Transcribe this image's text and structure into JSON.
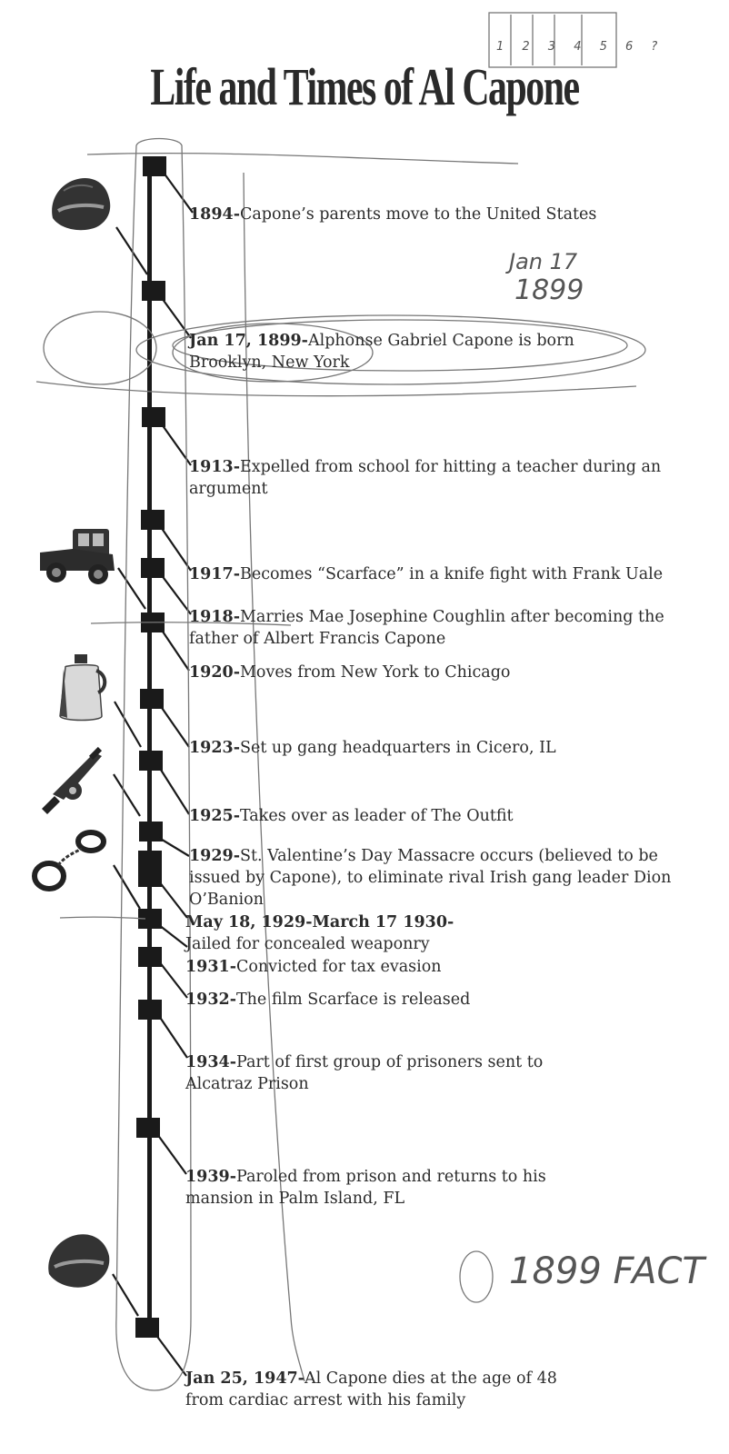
{
  "title": "Life and Times of Al Capone",
  "events": [
    {
      "date": "1894-",
      "text": "Capone’s parents move to the United States"
    },
    {
      "date": "Jan 17, 1899-",
      "text": "Alphonse Gabriel Capone is born Brooklyn, New York"
    },
    {
      "date": "1913-",
      "text": "Expelled from school for hitting a teacher during an argument"
    },
    {
      "date": "1917-",
      "text": "Becomes “Scarface” in a knife fight with Frank Uale"
    },
    {
      "date": "1918-",
      "text": "Marries Mae Josephine Coughlin after becoming the father of Albert Francis Capone"
    },
    {
      "date": "1920-",
      "text": "Moves from New York to Chicago"
    },
    {
      "date": "1923-",
      "text": "Set up gang headquarters in Cicero, IL"
    },
    {
      "date": "1925-",
      "text": "Takes over as leader of The Outfit"
    },
    {
      "date": "1929-",
      "text": "St. Valentine’s Day Massacre occurs (believed to be issued by Capone), to eliminate rival Irish gang leader Dion O’Banion"
    },
    {
      "date": "May 18, 1929-March 17 1930-",
      "text": "Jailed for concealed weaponry"
    },
    {
      "date": "1931-",
      "text": "Convicted for tax evasion"
    },
    {
      "date": "1932-",
      "text": "The film Scarface is released"
    },
    {
      "date": "1934-",
      "text": "Part of first group of prisoners sent to Alcatraz Prison"
    },
    {
      "date": "1939-",
      "text": "Paroled from prison and returns to his mansion in Palm Island, FL"
    },
    {
      "date": "Jan 25, 1947-",
      "text": "Al Capone dies at the age of 48 from cardiac arrest with his family"
    }
  ],
  "annotations": {
    "note_top_right": "1 2 3 4 5 6 ?",
    "note_date_line1": "Jan 17",
    "note_date_line2": "1899",
    "note_bottom": "1899 FACT"
  },
  "icons": [
    "fedora-hat-icon",
    "vintage-car-icon",
    "whiskey-jug-icon",
    "tommy-gun-icon",
    "handcuffs-icon",
    "fedora-hat-icon"
  ]
}
